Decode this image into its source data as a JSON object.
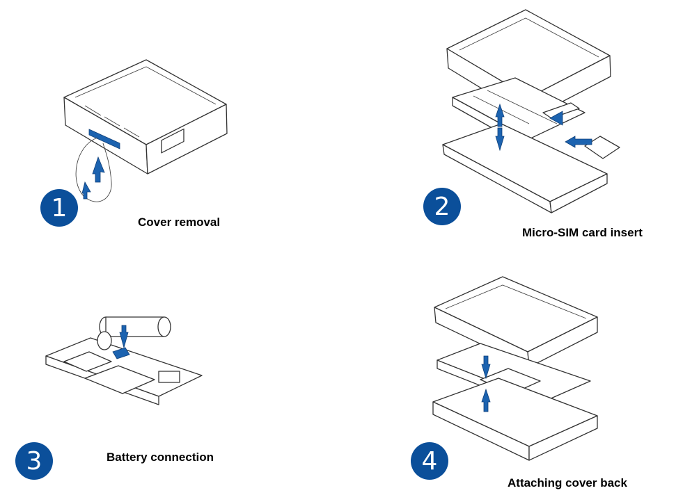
{
  "steps": [
    {
      "number": "1",
      "caption": "Cover removal"
    },
    {
      "number": "2",
      "caption": "Micro-SIM card insert"
    },
    {
      "number": "3",
      "caption": "Battery connection"
    },
    {
      "number": "4",
      "caption": "Attaching cover back"
    }
  ],
  "colors": {
    "badge": "#0b4f9a",
    "arrow": "#1c63b0"
  }
}
